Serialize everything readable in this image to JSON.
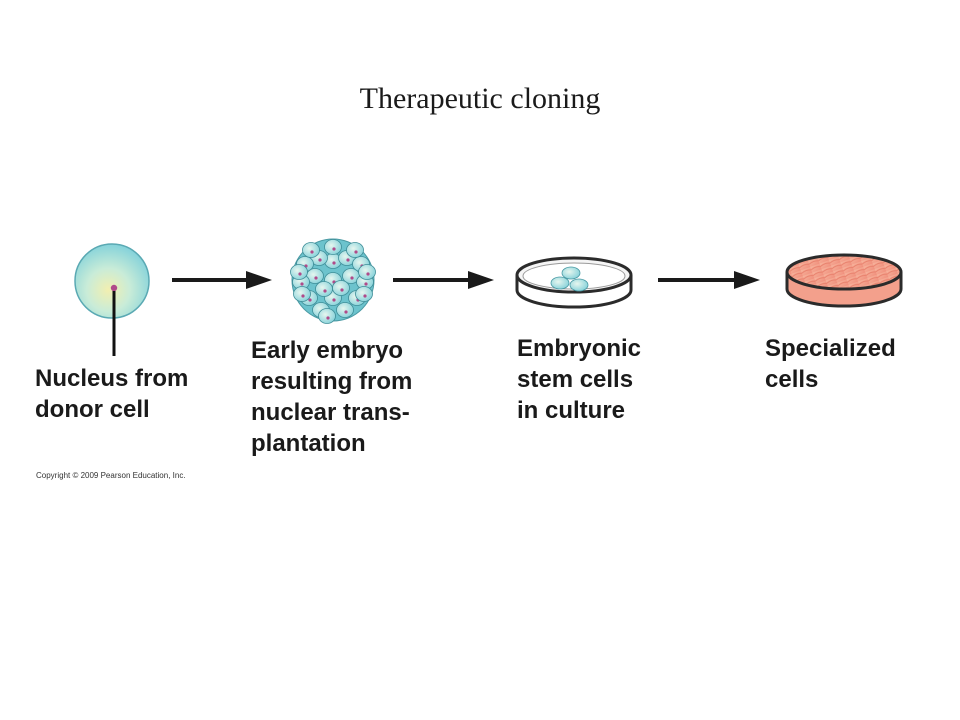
{
  "title": "Therapeutic cloning",
  "steps": [
    {
      "icon": "donor-cell-icon",
      "lines": [
        "Nucleus from",
        "donor cell"
      ]
    },
    {
      "icon": "early-embryo-icon",
      "lines": [
        "Early embryo",
        "resulting from",
        "nuclear trans-",
        "plantation"
      ]
    },
    {
      "icon": "petri-dish-stem-cells-icon",
      "lines": [
        "Embryonic",
        "stem cells",
        "in culture"
      ]
    },
    {
      "icon": "petri-dish-specialized-cells-icon",
      "lines": [
        "Specialized",
        "cells"
      ]
    }
  ],
  "copyright": "Copyright © 2009 Pearson Education, Inc.",
  "colors": {
    "cell_fill": "#8fd8df",
    "cell_highlight": "#f2efb0",
    "nucleus": "#b04a8a",
    "dish_rim": "#2b2b2b",
    "culture_fill": "#f4a78f",
    "arrow": "#1a1a1a"
  }
}
